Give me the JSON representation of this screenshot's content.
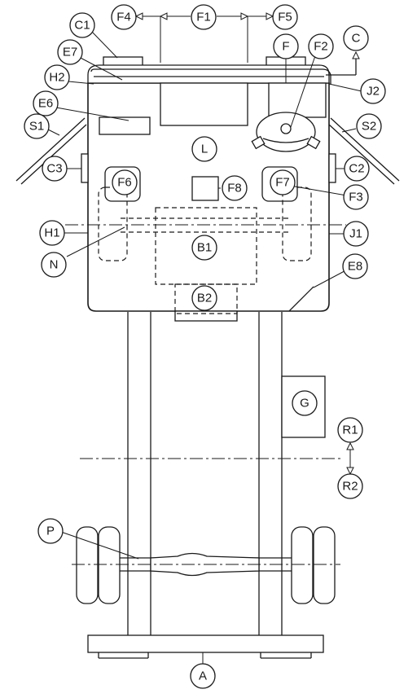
{
  "labels": {
    "A": "A",
    "B1": "B1",
    "B2": "B2",
    "C": "C",
    "C1": "C1",
    "C2": "C2",
    "C3": "C3",
    "E6": "E6",
    "E7": "E7",
    "E8": "E8",
    "F": "F",
    "F1": "F1",
    "F2": "F2",
    "F3": "F3",
    "F4": "F4",
    "F5": "F5",
    "F6": "F6",
    "F7": "F7",
    "F8": "F8",
    "G": "G",
    "H1": "H1",
    "H2": "H2",
    "J1": "J1",
    "J2": "J2",
    "L": "L",
    "N": "N",
    "P": "P",
    "R1": "R1",
    "R2": "R2",
    "S1": "S1",
    "S2": "S2"
  }
}
